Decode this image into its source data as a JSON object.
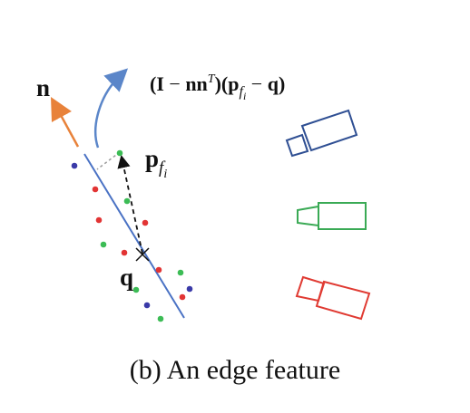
{
  "labels": {
    "normal": "n",
    "query_point": "q",
    "feature_point": "p",
    "feature_point_sub": "f",
    "feature_point_subsub": "i",
    "projection": {
      "open": "(",
      "I": "I",
      "minus": " − ",
      "nn": "nn",
      "T": "T",
      "close_paren": ")(",
      "p": "p",
      "sub_f": "f",
      "sub_i": "i",
      "minus2": " − ",
      "q": "q",
      "end": ")"
    }
  },
  "caption": "(b) An edge feature",
  "colors": {
    "edge_line": "#4a72c4",
    "normal_arrow": "#e8823a",
    "projection_arrow": "#5b86c9",
    "camera_blue": "#2f4f93",
    "camera_green": "#3aaa55",
    "camera_red": "#e03a32",
    "dot_red": "#e23434",
    "dot_green": "#3cbc55",
    "dot_blue": "#3a3aa8",
    "dashed_arrow": "#111111",
    "dotted_gray": "#9a9a9a"
  },
  "cameras": [
    "blue-camera",
    "green-camera",
    "red-camera"
  ]
}
